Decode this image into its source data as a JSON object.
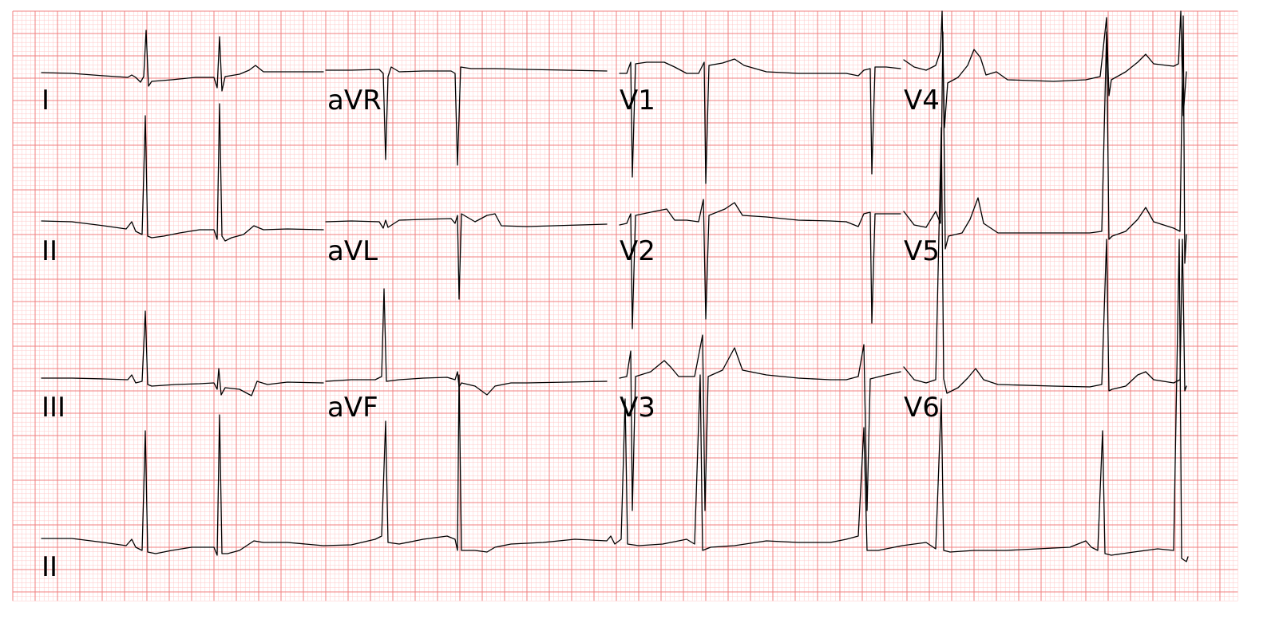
{
  "colors": {
    "paper_background": "#ffffff",
    "minor_grid": "#ffc8c8",
    "major_grid": "#f08080",
    "trace": "#000000",
    "label": "#000000"
  },
  "leads": {
    "I": "I",
    "aVR": "aVR",
    "V1": "V1",
    "V4": "V4",
    "II": "II",
    "aVL": "aVL",
    "V2": "V2",
    "V5": "V5",
    "III": "III",
    "aVF": "aVF",
    "V3": "V3",
    "V6": "V6",
    "rhythm": "II"
  }
}
